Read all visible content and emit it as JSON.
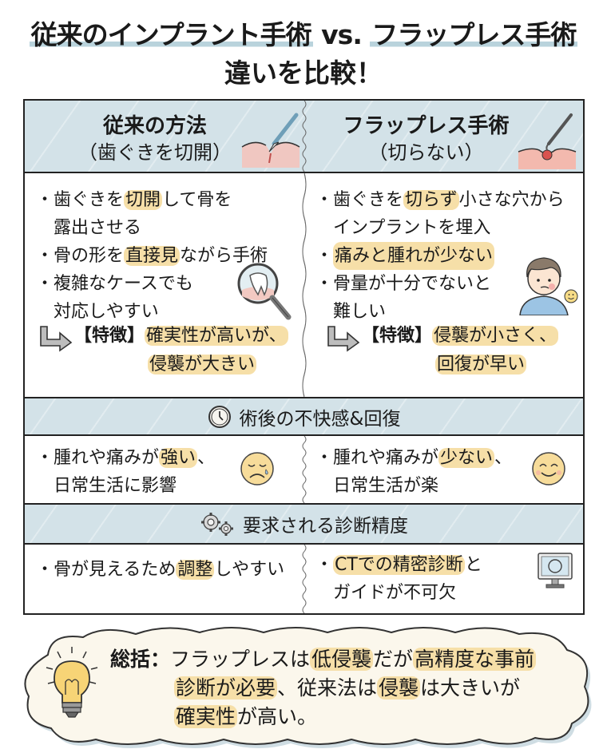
{
  "title": {
    "line1_part_a": "従来のインプラント手術",
    "line1_vs": " vs. ",
    "line1_part_b": "フラップレス手術",
    "line2": "違いを比較！"
  },
  "columns": {
    "left": {
      "title": "従来の方法",
      "subtitle": "（歯ぐきを切開）",
      "icon": "scalpel-gum-icon",
      "bullets": [
        {
          "pre": "歯ぐきを",
          "hl": "切開",
          "post": "して骨を"
        },
        {
          "pre": "",
          "hl": "",
          "post": "露出させる",
          "continuation": true
        },
        {
          "pre": "骨の形を",
          "hl": "直接見",
          "post": "ながら手術"
        },
        {
          "pre": "複雑なケースでも",
          "hl": "",
          "post": ""
        },
        {
          "pre": "対応しやすい",
          "hl": "",
          "post": "",
          "continuation": true
        }
      ],
      "feature": {
        "label": "【特徴】",
        "line1": "確実性が高いが、",
        "line2": "侵襲が大きい"
      },
      "illustration": "magnifier-tooth-icon"
    },
    "right": {
      "title": "フラップレス手術",
      "subtitle": "（切らない）",
      "icon": "probe-gum-icon",
      "bullets": [
        {
          "pre": "歯ぐきを",
          "hl": "切らず",
          "post": "小さな穴から"
        },
        {
          "pre": "インプラントを埋入",
          "hl": "",
          "post": "",
          "continuation": true
        },
        {
          "pre": "",
          "hl": "痛みと腫れが少ない",
          "post": ""
        },
        {
          "pre": "骨量が十分でないと",
          "hl": "",
          "post": ""
        },
        {
          "pre": "難しい",
          "hl": "",
          "post": "",
          "continuation": true
        }
      ],
      "feature": {
        "label": "【特徴】",
        "line1": "侵襲が小さく、",
        "line2": "回復が早い"
      },
      "illustration": "smiling-person-icon"
    }
  },
  "sections": [
    {
      "title": "術後の不快感&回復",
      "icon": "clock-icon",
      "left": {
        "pre": "腫れや痛みが",
        "hl": "強い",
        "post": "、",
        "line2": "日常生活に影響",
        "icon": "sad-face-icon"
      },
      "right": {
        "pre": "腫れや痛みが",
        "hl": "少ない",
        "post": "、",
        "line2": "日常生活が楽",
        "icon": "smile-face-icon"
      }
    },
    {
      "title": "要求される診断精度",
      "icon": "gears-icon",
      "left": {
        "pre": "骨が見えるため",
        "hl": "調整",
        "post": "しやすい",
        "line2": ""
      },
      "right": {
        "pre": "",
        "hl": "CTでの精密診断",
        "post": "と",
        "line2": "ガイドが不可欠",
        "icon": "monitor-icon"
      }
    }
  ],
  "summary": {
    "label": "総括：",
    "l1_a": "フラップレスは",
    "l1_hl1": "低侵襲",
    "l1_b": "だが",
    "l1_hl2": "高精度な事前",
    "l2_hl1": "診断が必要",
    "l2_a": "、従来法は",
    "l2_hl2": "侵襲",
    "l2_b": "は大きいが",
    "l3_hl": "確実性",
    "l3_a": "が高い。",
    "icon": "lightbulb-icon"
  },
  "colors": {
    "header_bg": "#d3e2e8",
    "highlight": "#f6dfa8",
    "border": "#222222",
    "cloud_bg": "#fbf7ec"
  }
}
